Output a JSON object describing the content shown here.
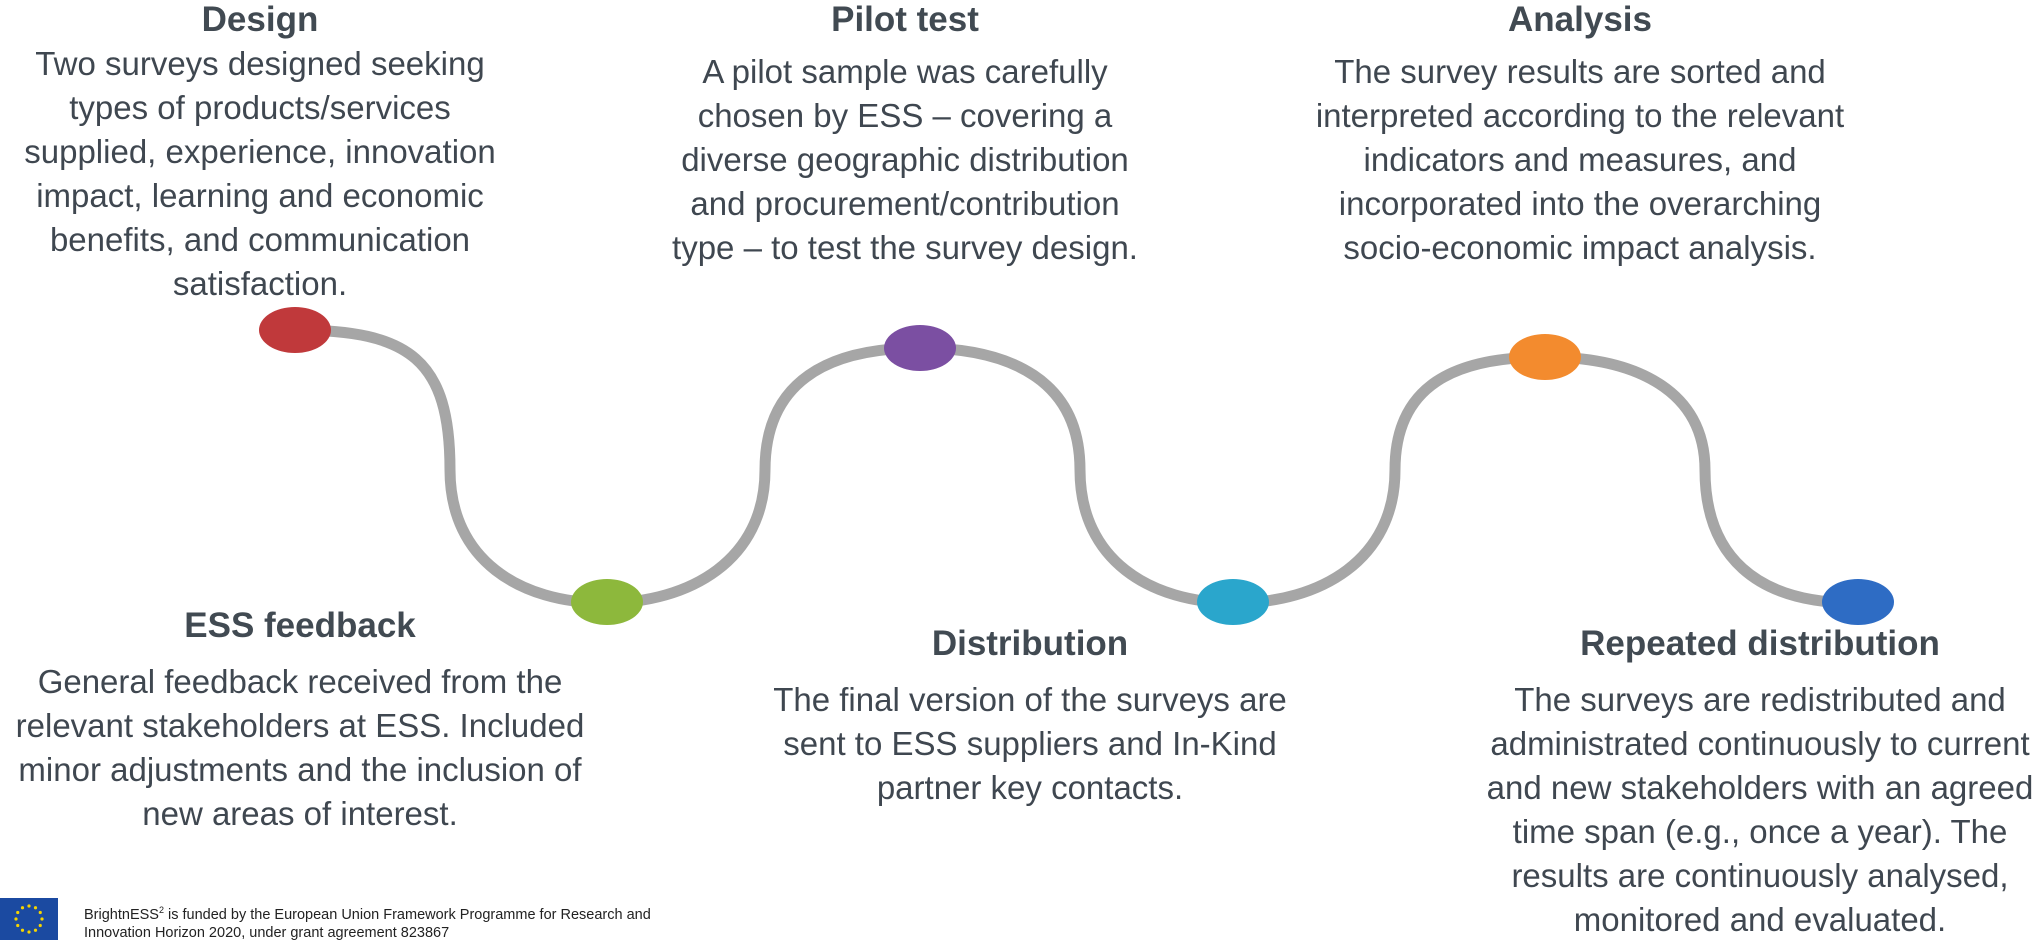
{
  "steps": {
    "design": {
      "title": "Design",
      "body": "Two surveys designed seeking types of products/services supplied, experience, innovation impact, learning and economic benefits, and communication satisfaction.",
      "dot_color": "#c0393b"
    },
    "feedback": {
      "title": "ESS feedback",
      "body": "General feedback received from the relevant stakeholders at ESS. Included minor adjustments and the inclusion of new areas of interest.",
      "dot_color": "#8db83c"
    },
    "pilot": {
      "title": "Pilot test",
      "body": "A pilot sample was carefully chosen by ESS – covering a diverse geographic distribution and procurement/contribution type – to test the survey design.",
      "dot_color": "#7b4fa2"
    },
    "distribution": {
      "title": "Distribution",
      "body": "The final version of the surveys are sent to ESS suppliers and In-Kind partner key contacts.",
      "dot_color": "#2aa6cc"
    },
    "analysis": {
      "title": "Analysis",
      "body": "The survey results are sorted and interpreted according to the relevant indicators and measures, and incorporated into the overarching socio-economic impact analysis.",
      "dot_color": "#f38b2e"
    },
    "repeated": {
      "title": "Repeated distribution",
      "body": "The surveys are redistributed  and administrated continuously to current and new stakeholders with an agreed time span (e.g., once a year). The results are continuously analysed, monitored and evaluated.",
      "dot_color": "#2e6cc4"
    }
  },
  "wave_color": "#a6a6a6",
  "footer": {
    "text_before": "BrightnESS",
    "superscript": "2",
    "text_after": " is funded by the European Union Framework Programme for Research and Innovation Horizon 2020, under grant agreement 823867",
    "flag_color": "#1b4aa1",
    "star_color": "#f5d400"
  }
}
